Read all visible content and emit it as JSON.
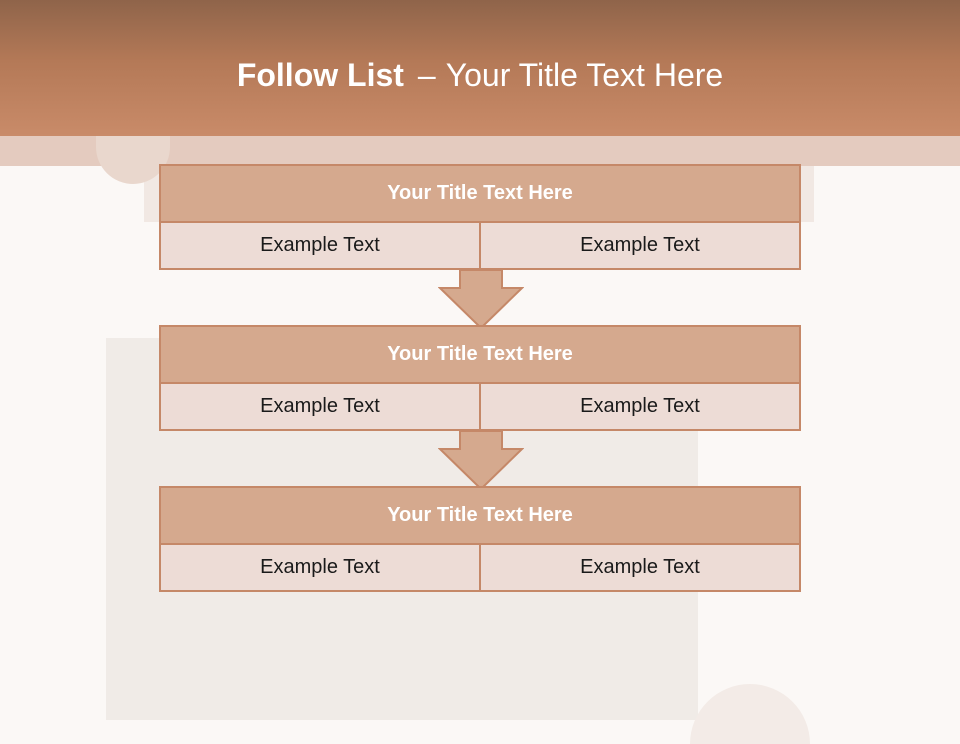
{
  "header": {
    "title_bold": "Follow List",
    "title_dash": "–",
    "title_rest": "Your Title Text Here"
  },
  "blocks": [
    {
      "title": "Your Title Text Here",
      "left": "Example Text",
      "right": "Example Text"
    },
    {
      "title": "Your Title Text Here",
      "left": "Example Text",
      "right": "Example Text"
    },
    {
      "title": "Your Title Text Here",
      "left": "Example Text",
      "right": "Example Text"
    }
  ],
  "colors": {
    "header_top": "#8f644a",
    "header_bottom": "#c98b69",
    "block_border": "#c58868",
    "block_title_bg": "#d5a98e",
    "cell_bg": "#eddcd6",
    "arrow_fill": "#d5a98e"
  }
}
